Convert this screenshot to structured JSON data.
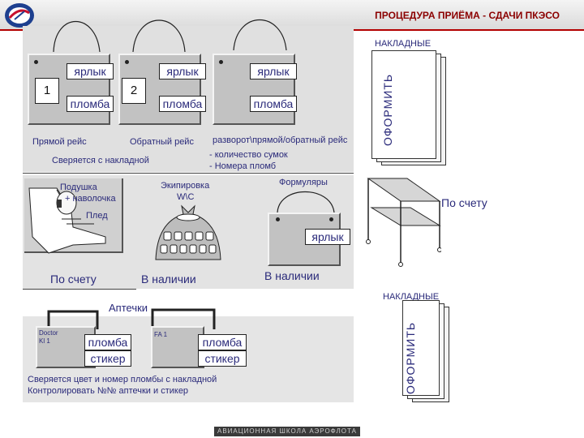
{
  "header": {
    "title": "ПРОЦЕДУРА ПРИЁМА - СДАЧИ ПКЭСО",
    "footer_logo_text": "АВИАЦИОННАЯ ШКОЛА АЭРОФЛОТА"
  },
  "top_panel": {
    "labels": {
      "tag_1": "ярлык",
      "tag_2": "ярлык",
      "tag_3": "ярлык",
      "seal_1": "пломба",
      "seal_2": "пломба",
      "seal_3": "пломба",
      "num_1": "1",
      "num_2": "2"
    },
    "flight_direct": "Прямой рейс",
    "flight_return": "Обратный рейс",
    "flight_turnaround": "разворот\\прямой/обратный рейс",
    "check_invoice": "Сверяется с накладной",
    "bag_count": "- количество сумок",
    "seal_numbers": "- Номера пломб"
  },
  "middle_panel": {
    "pillow": "Подушка",
    "pillowcase": "+ наволочка",
    "blanket": "Плед",
    "by_invoice": "По счету",
    "equipment": "Экипировка",
    "equipment_sub": "W\\C",
    "available_1": "В наличии",
    "forms": "Формуляры",
    "tag": "ярлык",
    "available_2": "В наличии"
  },
  "right_side": {
    "invoices_top": "НАКЛАДНЫЕ",
    "issue_top": "ОФОРМИТЬ",
    "by_invoice": "По счету",
    "invoices_bottom": "НАКЛАДНЫЕ",
    "issue_bottom": "ОФОРМИТЬ"
  },
  "bottom_panel": {
    "title": "Аптечки",
    "kit1_label_line1": "Doctor",
    "kit1_label_line2": "Kl 1",
    "kit2_label": "FA 1",
    "seal_1": "пломба",
    "sticker_1": "стикер",
    "seal_2": "пломба",
    "sticker_2": "стикер",
    "note_1": "Сверяется цвет и номер пломбы с накладной",
    "note_2": "Контролировать №№ аптечки и стикер"
  },
  "colors": {
    "title_red": "#8b0000",
    "text_navy": "#2a2a7a",
    "panel_gray": "#e0e0e0",
    "card_gray": "#c2c2c2"
  }
}
